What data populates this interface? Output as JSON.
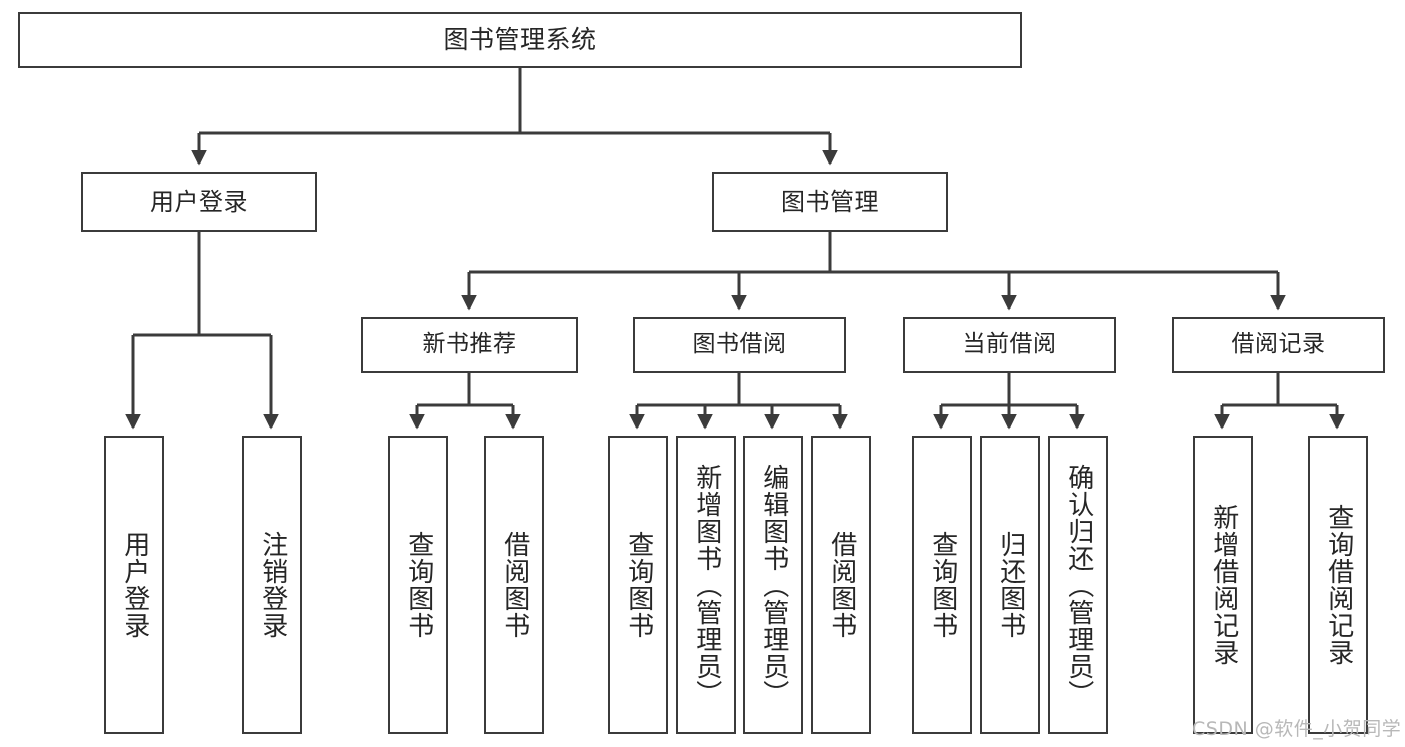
{
  "diagram": {
    "type": "hierarchy-tree",
    "title": "图书管理系统",
    "watermark": "CSDN @软件_小贺同学",
    "colors": {
      "box_border": "#3b3b3b",
      "box_fill": "#ffffff",
      "connector": "#3b3b3b",
      "text": "#262626",
      "watermark": "#b8b8b8",
      "background": "#ffffff"
    },
    "root": {
      "label": "图书管理系统"
    },
    "level2": [
      {
        "label": "用户登录"
      },
      {
        "label": "图书管理"
      }
    ],
    "level3": [
      {
        "label": "新书推荐"
      },
      {
        "label": "图书借阅"
      },
      {
        "label": "当前借阅"
      },
      {
        "label": "借阅记录"
      }
    ],
    "leaves": {
      "user_login": [
        {
          "label": "用户登录"
        },
        {
          "label": "注销登录"
        }
      ],
      "new_book_recommend": [
        {
          "label": "查询图书"
        },
        {
          "label": "借阅图书"
        }
      ],
      "book_borrow": [
        {
          "label": "查询图书"
        },
        {
          "label": "新增图书（管理员）"
        },
        {
          "label": "编辑图书（管理员）"
        },
        {
          "label": "借阅图书"
        }
      ],
      "current_borrow": [
        {
          "label": "查询图书"
        },
        {
          "label": "归还图书"
        },
        {
          "label": "确认归还（管理员）"
        }
      ],
      "borrow_record": [
        {
          "label": "新增借阅记录"
        },
        {
          "label": "查询借阅记录"
        }
      ]
    }
  }
}
